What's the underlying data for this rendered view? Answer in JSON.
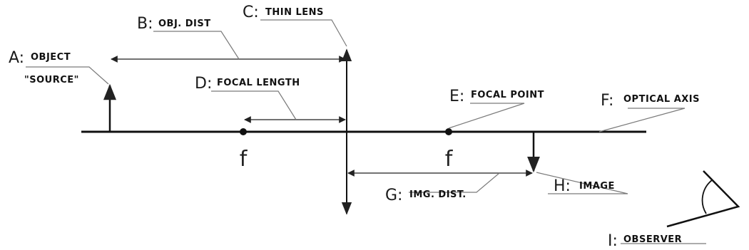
{
  "diagram": {
    "focal_symbol_left": "f",
    "focal_symbol_right": "f",
    "labels": {
      "a": {
        "letter": "A:",
        "text": "OBJECT",
        "text2": "\"SOURCE\""
      },
      "b": {
        "letter": "B:",
        "text": "OBJ. DIST"
      },
      "c": {
        "letter": "C:",
        "text": "THIN LENS"
      },
      "d": {
        "letter": "D:",
        "text": "FOCAL LENGTH"
      },
      "e": {
        "letter": "E:",
        "text": "FOCAL POINT"
      },
      "f": {
        "letter": "F:",
        "text": "OPTICAL AXIS"
      },
      "g": {
        "letter": "G:",
        "text": "IMG. DIST."
      },
      "h": {
        "letter": "H:",
        "text": "IMAGE"
      },
      "i": {
        "letter": "I:",
        "text": "OBSERVER"
      }
    }
  }
}
